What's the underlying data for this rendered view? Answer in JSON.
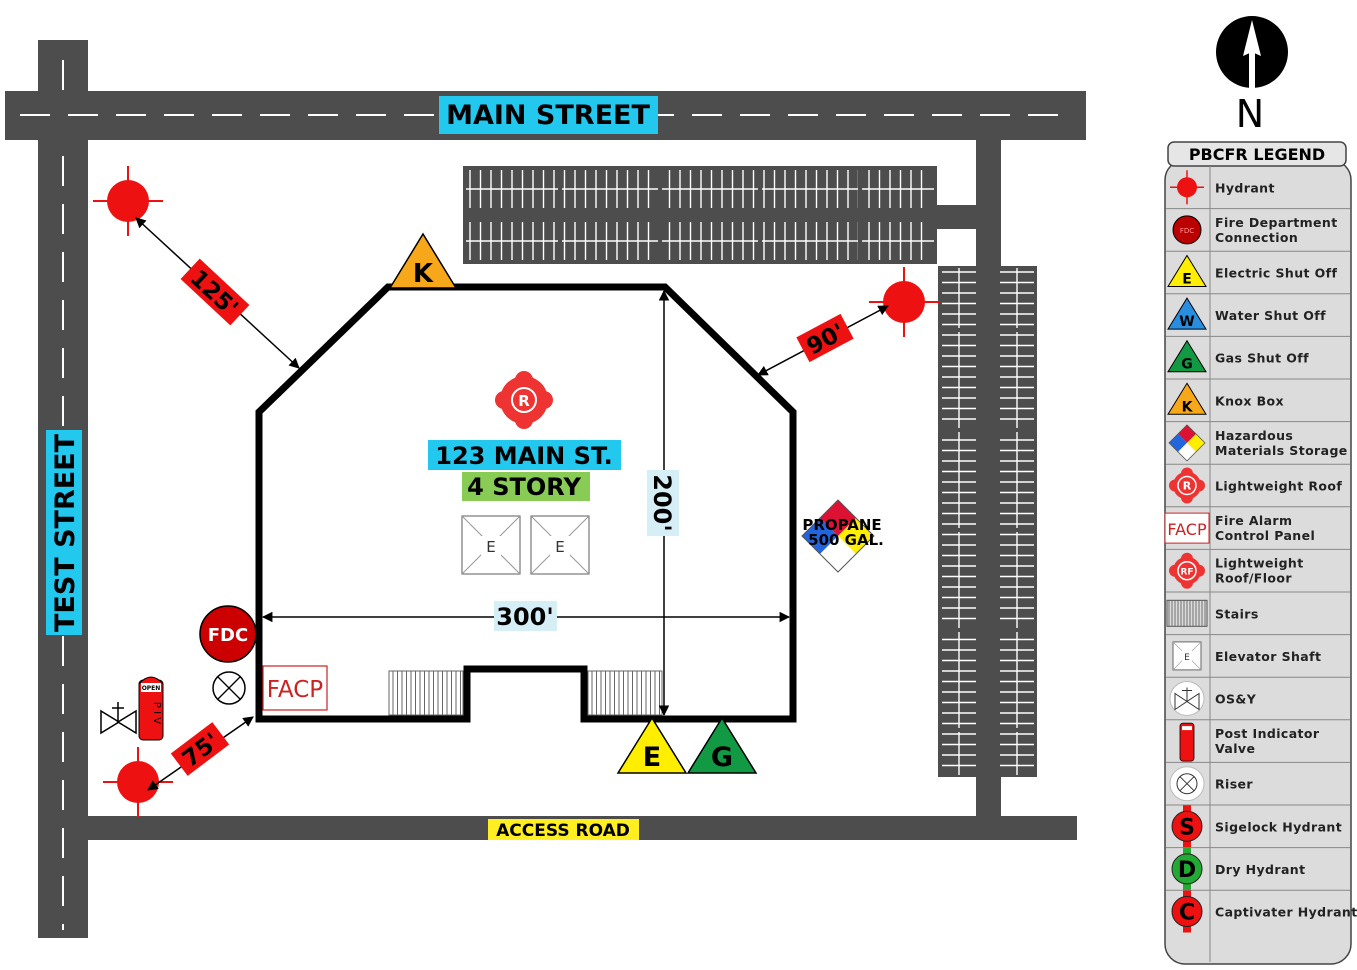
{
  "streets": {
    "main": "MAIN STREET",
    "test": "TEST STREET",
    "access": "ACCESS ROAD"
  },
  "building": {
    "address": "123 MAIN ST.",
    "stories": "4 STORY",
    "width_label": "300'",
    "depth_label": "200'",
    "elevator_letter": "E",
    "roof_badge_letter": "R"
  },
  "features": {
    "knox_letter": "K",
    "electric_letter": "E",
    "gas_letter": "G",
    "fdc_label": "FDC",
    "facp_label": "FACP",
    "piv_top": "OPEN",
    "piv_letters": "P I V",
    "propane_line1": "PROPANE",
    "propane_line2": "500 GAL."
  },
  "distances": {
    "hydrant_nw": "125'",
    "hydrant_ne": "90'",
    "hydrant_sw": "75'"
  },
  "compass": {
    "letter": "N"
  },
  "colors": {
    "road": "#4d4d4d",
    "hydrant_red": "#ee1111",
    "street_label_bg": "#22c8ee",
    "access_label_bg": "#ffee22",
    "stories_bg": "#88cc55",
    "distance_bg": "#ee1111",
    "dimension_bg": "#d6eef6"
  },
  "legend": {
    "title": "PBCFR LEGEND",
    "items": [
      {
        "icon": "hydrant-icon",
        "line1": "Hydrant",
        "line2": ""
      },
      {
        "icon": "fdc-icon",
        "icon_text": "FDC",
        "line1": "Fire Department",
        "line2": "Connection"
      },
      {
        "icon": "electric-shutoff-icon",
        "icon_text": "E",
        "line1": "Electric Shut Off",
        "line2": ""
      },
      {
        "icon": "water-shutoff-icon",
        "icon_text": "W",
        "line1": "Water Shut Off",
        "line2": ""
      },
      {
        "icon": "gas-shutoff-icon",
        "icon_text": "G",
        "line1": "Gas Shut Off",
        "line2": ""
      },
      {
        "icon": "knox-box-icon",
        "icon_text": "K",
        "line1": "Knox Box",
        "line2": ""
      },
      {
        "icon": "hazmat-diamond-icon",
        "line1": "Hazardous",
        "line2": "Materials Storage"
      },
      {
        "icon": "lightweight-roof-icon",
        "icon_text": "R",
        "line1": "Lightweight Roof",
        "line2": ""
      },
      {
        "icon": "facp-icon",
        "icon_text": "FACP",
        "line1": "Fire Alarm",
        "line2": "Control Panel"
      },
      {
        "icon": "lightweight-roof-floor-icon",
        "icon_text": "RF",
        "line1": "Lightweight",
        "line2": "Roof/Floor"
      },
      {
        "icon": "stairs-icon",
        "line1": "Stairs",
        "line2": ""
      },
      {
        "icon": "elevator-shaft-icon",
        "icon_text": "E",
        "line1": "Elevator Shaft",
        "line2": ""
      },
      {
        "icon": "osy-valve-icon",
        "line1": "OS&Y",
        "line2": ""
      },
      {
        "icon": "post-indicator-valve-icon",
        "line1": "Post Indicator",
        "line2": "Valve"
      },
      {
        "icon": "riser-icon",
        "line1": "Riser",
        "line2": ""
      },
      {
        "icon": "sigelock-hydrant-icon",
        "icon_text": "S",
        "line1": "Sigelock Hydrant",
        "line2": ""
      },
      {
        "icon": "dry-hydrant-icon",
        "icon_text": "D",
        "line1": "Dry Hydrant",
        "line2": ""
      },
      {
        "icon": "captivater-hydrant-icon",
        "icon_text": "C",
        "line1": "Captivater Hydrant",
        "line2": ""
      }
    ]
  }
}
